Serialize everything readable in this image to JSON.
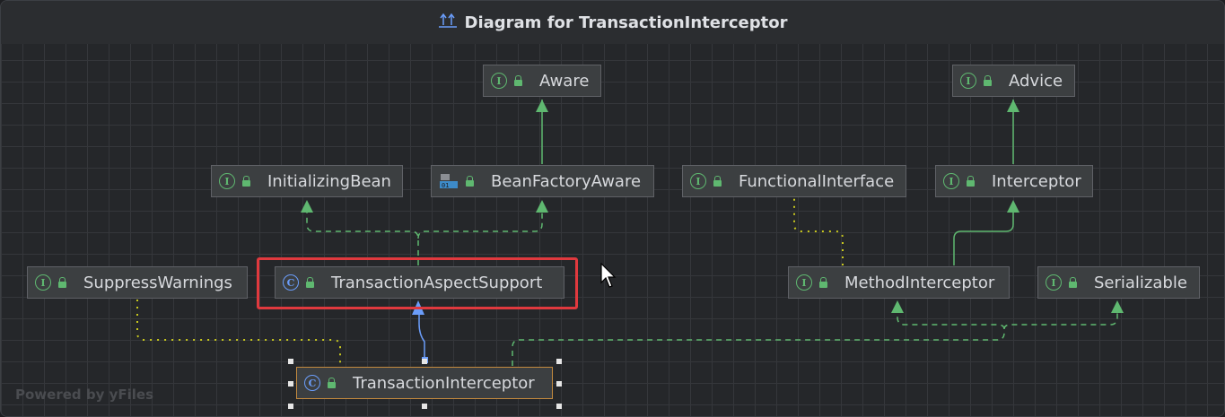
{
  "window": {
    "title": "Diagram for TransactionInterceptor",
    "title_icon": "diagram-icon"
  },
  "watermark": "Powered by yFiles",
  "nodes": {
    "aware": {
      "label": "Aware",
      "kind": "I"
    },
    "advice": {
      "label": "Advice",
      "kind": "I"
    },
    "initializing_bean": {
      "label": "InitializingBean",
      "kind": "I"
    },
    "bean_factory_aware": {
      "label": "BeanFactoryAware",
      "kind": "field-icon"
    },
    "functional_interface": {
      "label": "FunctionalInterface",
      "kind": "I"
    },
    "interceptor": {
      "label": "Interceptor",
      "kind": "I"
    },
    "suppress_warnings": {
      "label": "SuppressWarnings",
      "kind": "I"
    },
    "transaction_aspect_support": {
      "label": "TransactionAspectSupport",
      "kind": "C"
    },
    "method_interceptor": {
      "label": "MethodInterceptor",
      "kind": "I"
    },
    "serializable": {
      "label": "Serializable",
      "kind": "I"
    },
    "transaction_interceptor": {
      "label": "TransactionInterceptor",
      "kind": "C"
    }
  },
  "colors": {
    "extends": "#5fb870",
    "implements": "#5fb870",
    "annotation": "#c8c81e",
    "class_extends": "#6b9dfa",
    "highlight": "#e0393e"
  }
}
